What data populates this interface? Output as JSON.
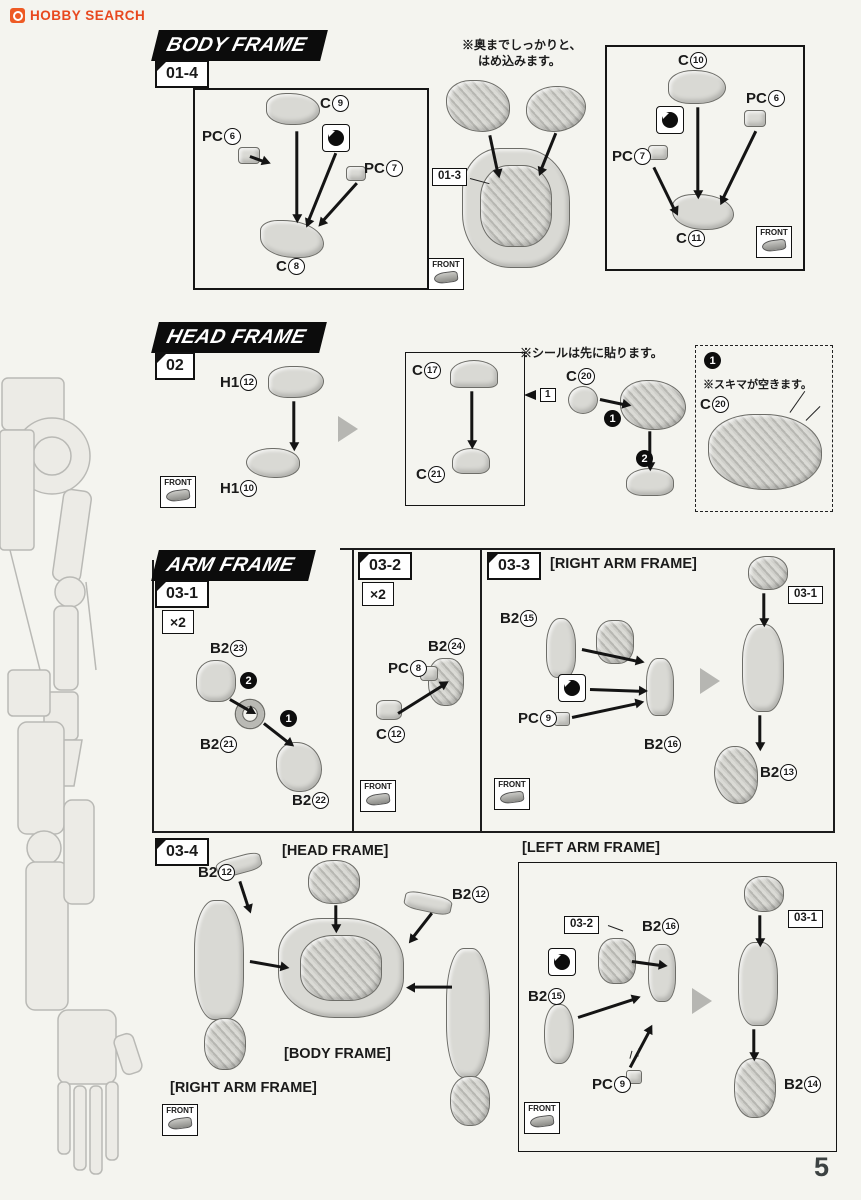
{
  "page": {
    "logo_text": "HOBBY SEARCH",
    "page_number": "5"
  },
  "labels": {
    "front": "FRONT",
    "x2": "×2"
  },
  "body_frame": {
    "title": "BODY FRAME",
    "step": "01-4",
    "note_line1": "※奥までしっかりと、",
    "note_line2": "はめ込みます。",
    "ref": "01-3",
    "parts": {
      "c9": {
        "prefix": "C",
        "num": "9"
      },
      "pc6": {
        "prefix": "PC",
        "num": "6"
      },
      "pc7": {
        "prefix": "PC",
        "num": "7"
      },
      "c8": {
        "prefix": "C",
        "num": "8"
      },
      "c10": {
        "prefix": "C",
        "num": "10"
      },
      "pc6b": {
        "prefix": "PC",
        "num": "6"
      },
      "pc7b": {
        "prefix": "PC",
        "num": "7"
      },
      "c11": {
        "prefix": "C",
        "num": "11"
      }
    }
  },
  "head_frame": {
    "title": "HEAD FRAME",
    "step": "02",
    "sticker_note": "※シールは先に貼ります。",
    "sticker_no": "1",
    "gap_badge": "1",
    "gap_note": "※スキマが空きます。",
    "step1": "1",
    "step2": "2",
    "parts": {
      "h1_12": {
        "prefix": "H1",
        "num": "12"
      },
      "h1_10": {
        "prefix": "H1",
        "num": "10"
      },
      "c17": {
        "prefix": "C",
        "num": "17"
      },
      "c21": {
        "prefix": "C",
        "num": "21"
      },
      "c20": {
        "prefix": "C",
        "num": "20"
      },
      "c20b": {
        "prefix": "C",
        "num": "20"
      }
    }
  },
  "arm_frame": {
    "title": "ARM FRAME",
    "step_031": "03-1",
    "step_032": "03-2",
    "step_033": "03-3",
    "step_034": "03-4",
    "right_arm_header": "[RIGHT ARM FRAME]",
    "left_arm_header": "[LEFT ARM FRAME]",
    "head_frame_caption": "[HEAD FRAME]",
    "body_frame_caption": "[BODY FRAME]",
    "right_arm_caption": "[RIGHT ARM FRAME]",
    "ref_031": "03-1",
    "ref_032": "03-2",
    "step1": "1",
    "step2": "2",
    "parts": {
      "b2_23": {
        "prefix": "B2",
        "num": "23"
      },
      "b2_21": {
        "prefix": "B2",
        "num": "21"
      },
      "b2_22": {
        "prefix": "B2",
        "num": "22"
      },
      "b2_24": {
        "prefix": "B2",
        "num": "24"
      },
      "pc8": {
        "prefix": "PC",
        "num": "8"
      },
      "c12": {
        "prefix": "C",
        "num": "12"
      },
      "b2_15": {
        "prefix": "B2",
        "num": "15"
      },
      "pc9": {
        "prefix": "PC",
        "num": "9"
      },
      "b2_16": {
        "prefix": "B2",
        "num": "16"
      },
      "b2_13": {
        "prefix": "B2",
        "num": "13"
      },
      "b2_12l": {
        "prefix": "B2",
        "num": "12"
      },
      "b2_12r": {
        "prefix": "B2",
        "num": "12"
      },
      "b2_16b": {
        "prefix": "B2",
        "num": "16"
      },
      "b2_15b": {
        "prefix": "B2",
        "num": "15"
      },
      "pc9b": {
        "prefix": "PC",
        "num": "9"
      },
      "b2_14": {
        "prefix": "B2",
        "num": "14"
      }
    }
  }
}
